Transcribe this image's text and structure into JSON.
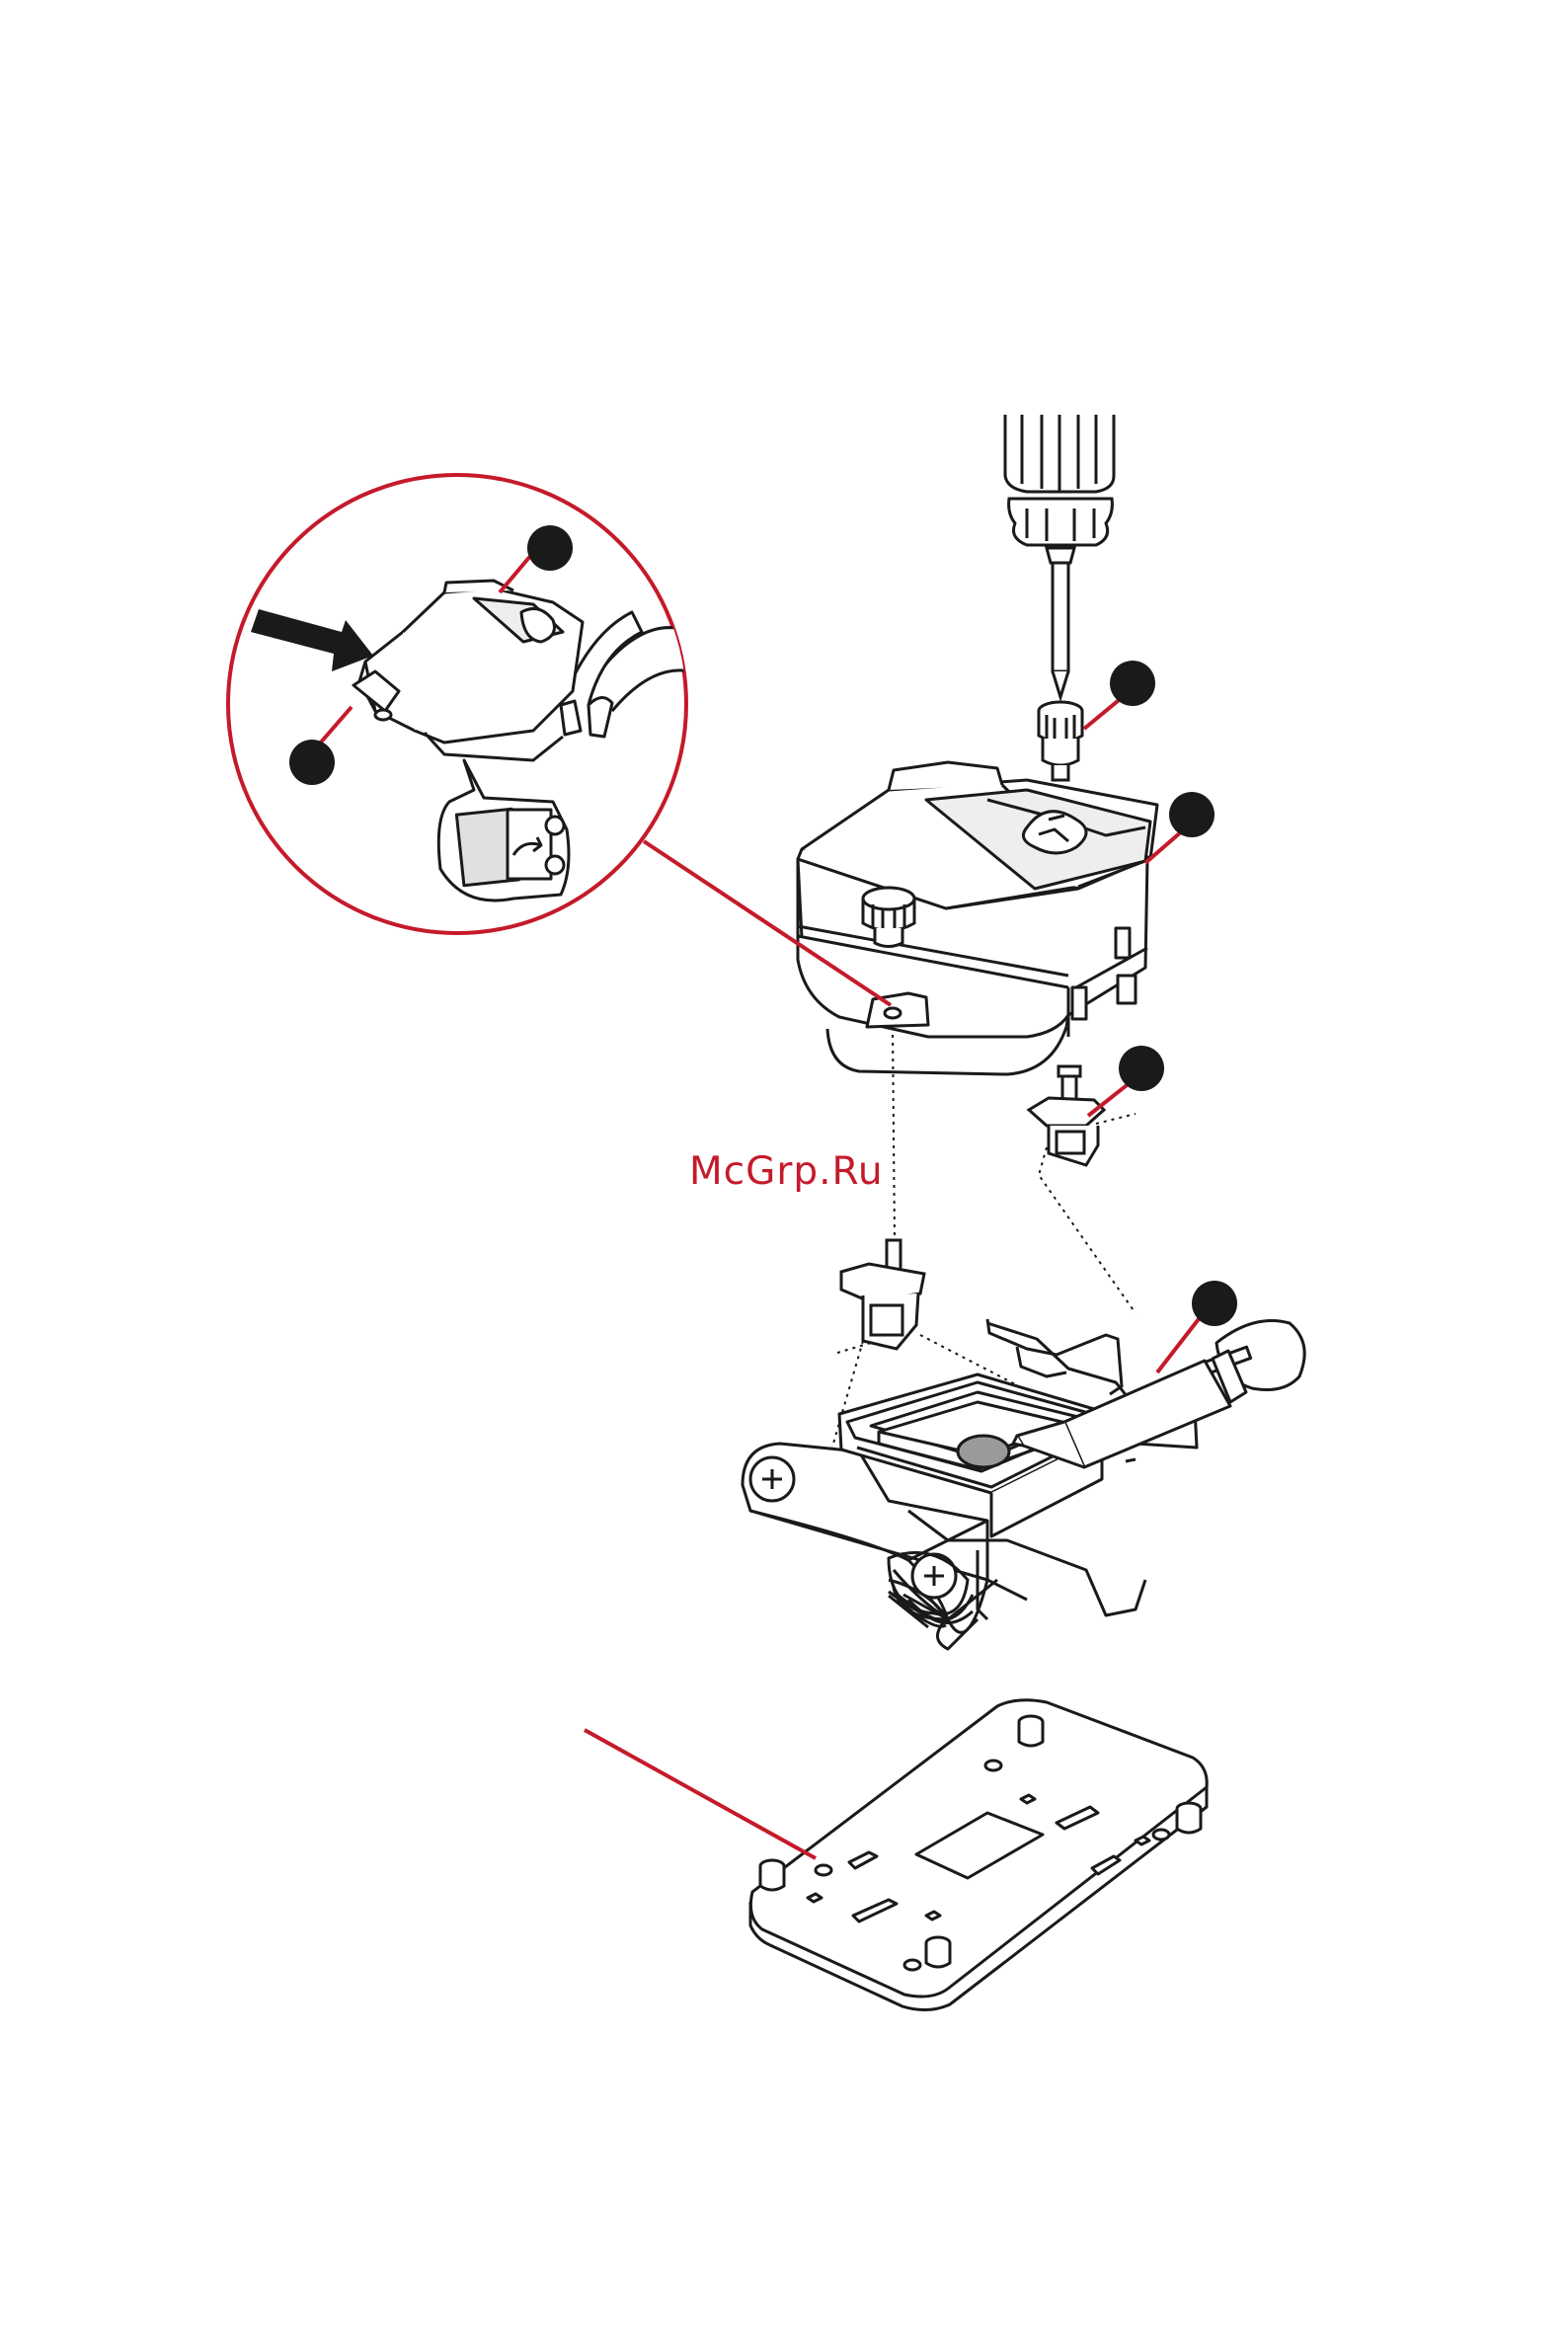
{
  "watermark": {
    "text": "McGrp.Ru"
  },
  "colors": {
    "accent_red": "#c51a2a",
    "stroke": "#1a1a1a",
    "part_gray": "#d9d9d9",
    "thermal_paste": "#9a9a9a"
  },
  "icons": {
    "callout_marker": "black-filled-circle",
    "direction_arrow": "black-arrow",
    "screwdriver": "phillips-screwdriver"
  }
}
